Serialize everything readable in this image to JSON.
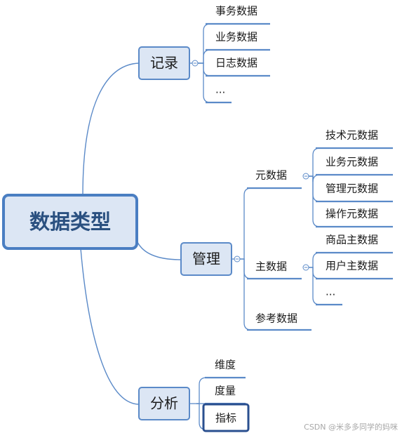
{
  "root": {
    "label": "数据类型"
  },
  "branches": [
    {
      "id": "record",
      "label": "记录",
      "children": [
        {
          "label": "事务数据"
        },
        {
          "label": "业务数据"
        },
        {
          "label": "日志数据"
        },
        {
          "label": "..."
        }
      ]
    },
    {
      "id": "manage",
      "label": "管理",
      "children": [
        {
          "label": "元数据",
          "children": [
            {
              "label": "技术元数据"
            },
            {
              "label": "业务元数据"
            },
            {
              "label": "管理元数据"
            },
            {
              "label": "操作元数据"
            }
          ]
        },
        {
          "label": "主数据",
          "children": [
            {
              "label": "商品主数据"
            },
            {
              "label": "用户主数据"
            },
            {
              "label": "..."
            }
          ]
        },
        {
          "label": "参考数据"
        }
      ]
    },
    {
      "id": "analysis",
      "label": "分析",
      "children": [
        {
          "label": "维度"
        },
        {
          "label": "度量"
        },
        {
          "label": "指标",
          "selected": true
        }
      ]
    }
  ],
  "colors": {
    "line": "#5b8ac8",
    "box_fill": "#dce6f4",
    "box_border": "#5b8ac8",
    "root_border": "#4a7ec2",
    "selected_border": "#2a4f8f"
  },
  "collapse_glyph": "⊖",
  "watermark": "CSDN @米多多同学的妈咪"
}
